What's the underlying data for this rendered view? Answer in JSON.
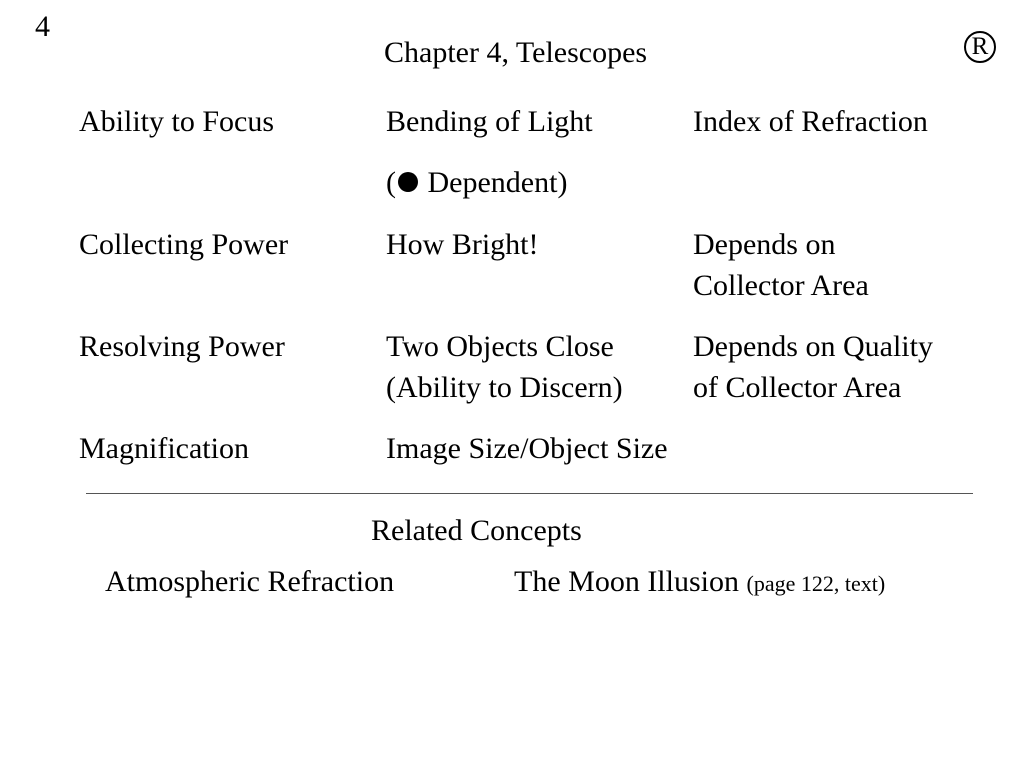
{
  "slide": {
    "page_number": "4",
    "title": "Chapter 4, Telescopes",
    "registered_mark": "R"
  },
  "rows": [
    {
      "term": "Ability to Focus",
      "description": "Bending of Light",
      "detail": "Index of Refraction"
    },
    {
      "dependent_open": "(",
      "dependent_text": "Dependent)"
    },
    {
      "term": "Collecting Power",
      "description": "How Bright!",
      "detail_line1": "Depends on",
      "detail_line2": "Collector Area"
    },
    {
      "term": "Resolving Power",
      "description_line1": "Two Objects Close",
      "description_line2": "(Ability to Discern)",
      "detail_line1": "Depends on Quality",
      "detail_line2": "of Collector Area"
    },
    {
      "term": "Magnification",
      "description": "Image Size/Object Size"
    }
  ],
  "related": {
    "heading": "Related Concepts",
    "items": [
      {
        "label": "Atmospheric Refraction"
      },
      {
        "label": "The Moon Illusion",
        "note": "(page 122, text)"
      }
    ]
  }
}
